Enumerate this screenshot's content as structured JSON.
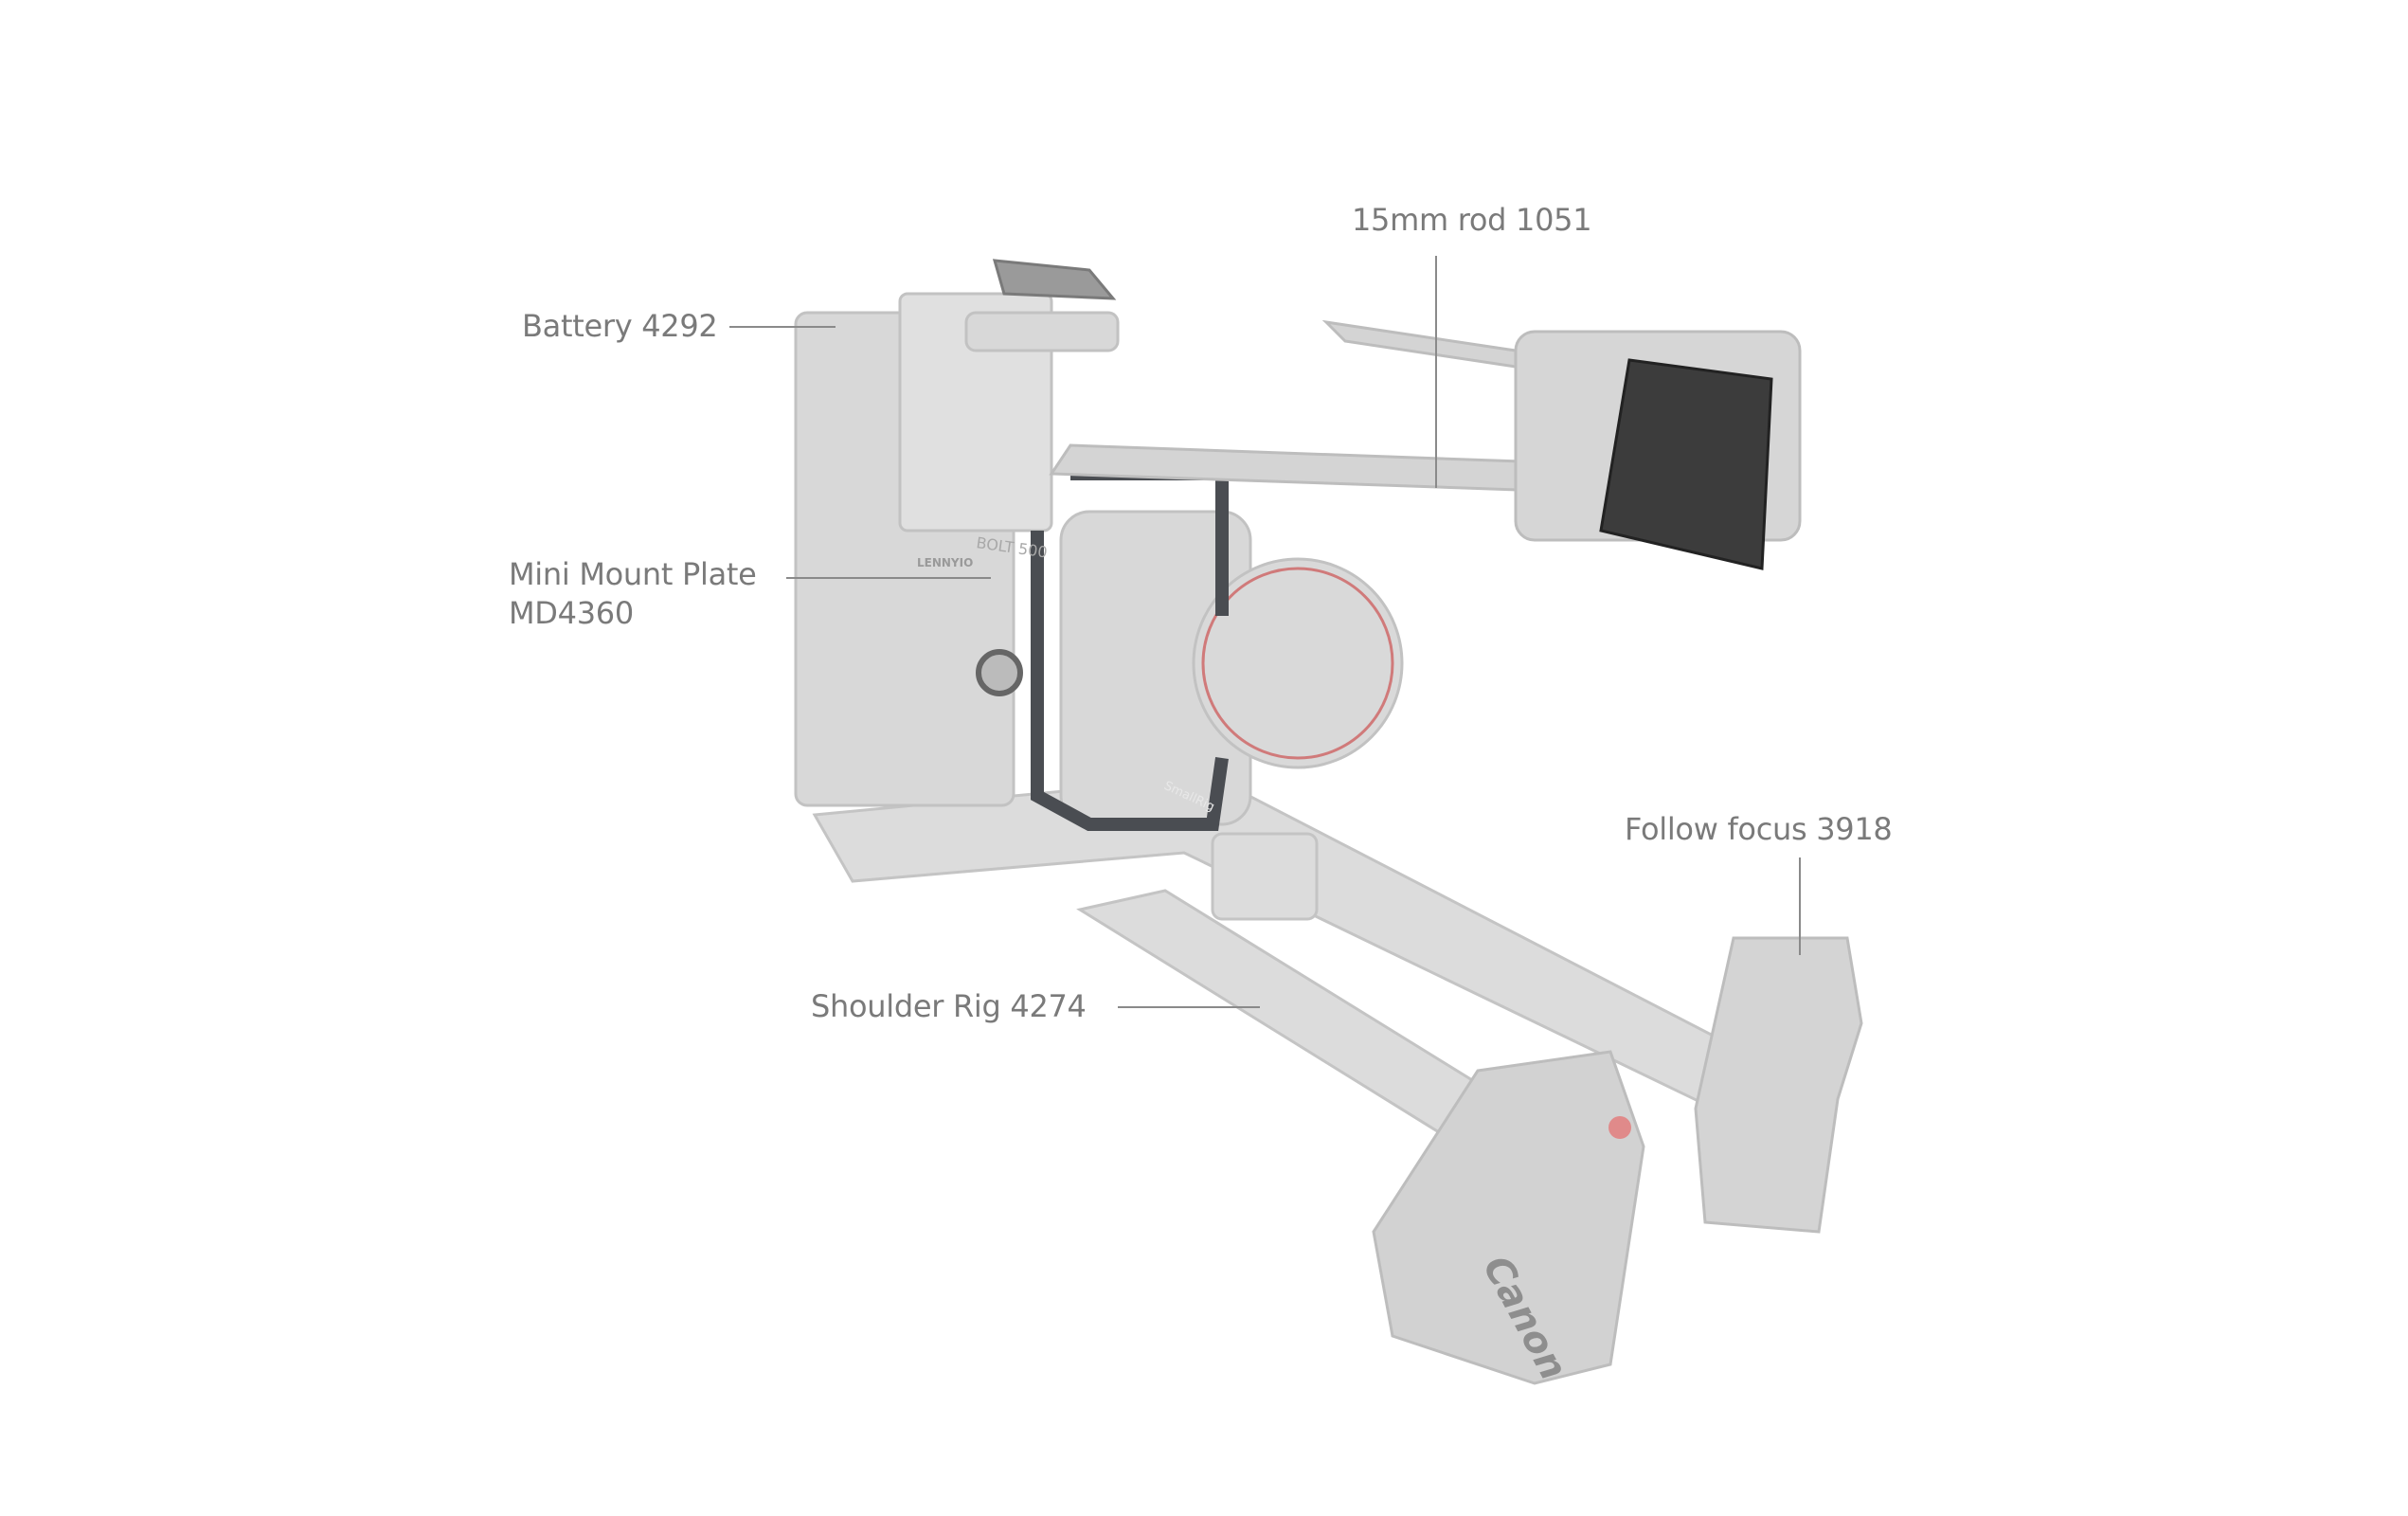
{
  "callouts": {
    "rod": "15mm rod 1051",
    "battery": "Battery 4292",
    "mini_mount_line1": "Mini Mount Plate",
    "mini_mount_line2": "MD4360",
    "follow_focus": "Follow focus 3918",
    "shoulder_rig": "Shoulder Rig 4274"
  },
  "product_markings": [
    "BOLT 500",
    "LENNYIO",
    "SmallRig",
    "Canon"
  ],
  "colors": {
    "label_text": "#7a7a7a",
    "leader_line": "#8a8a8a",
    "ghost_parts": "#d6d6d6",
    "highlighted_cage": "#4a4d52",
    "lens_ring": "#c0392b"
  }
}
